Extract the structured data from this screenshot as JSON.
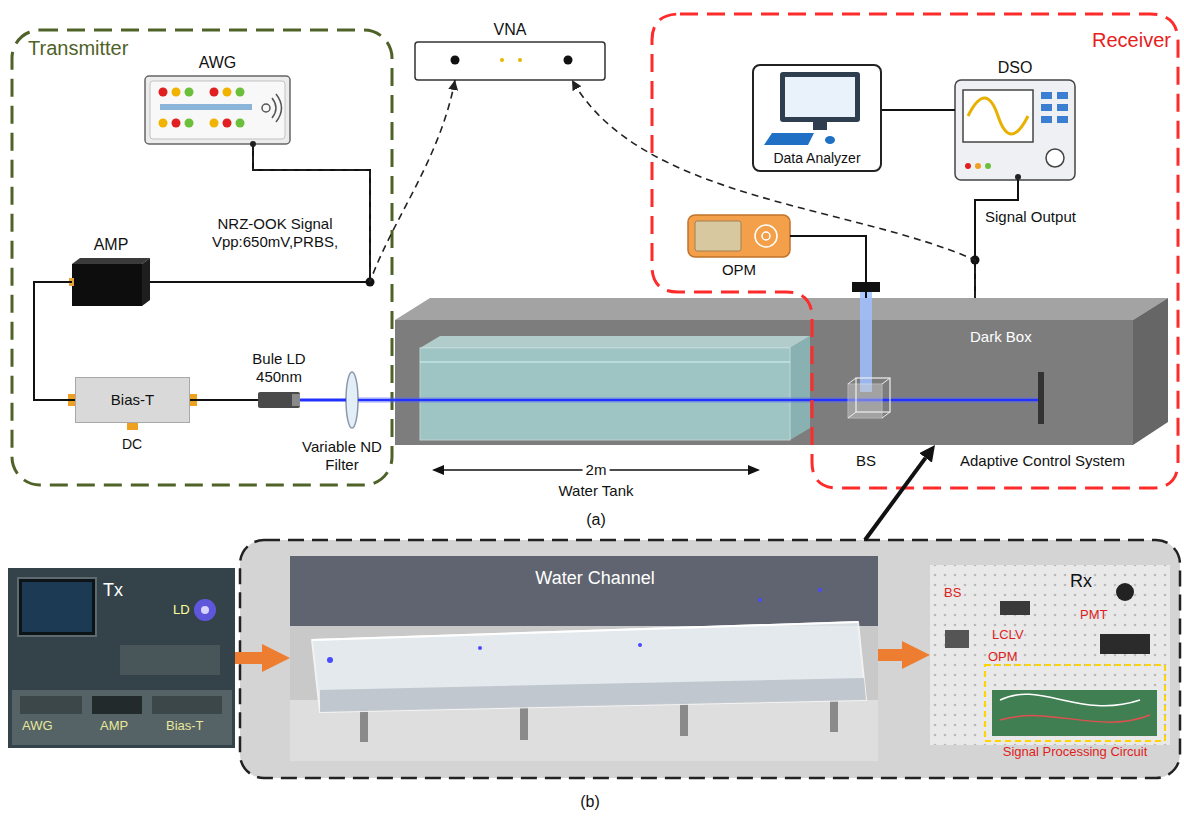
{
  "diagram": {
    "nodes": [
      {
        "text": [
          "Transmitter"
        ]
      },
      {
        "text": [
          "AWG"
        ],
        "in": 0
      },
      {
        "text": [
          "AMP"
        ],
        "in": 0
      },
      {
        "text": [
          "Bias-T"
        ],
        "in": 0
      },
      {
        "text": [
          "Bule LD 450nm"
        ],
        "in": 0
      },
      {
        "text": [
          "Variable ND Filter"
        ],
        "in": 0
      },
      {
        "text": [
          "VNA"
        ]
      },
      {
        "text": [
          "Receiver"
        ]
      },
      {
        "text": [
          "Data Analyzer"
        ],
        "in": 7
      },
      {
        "text": [
          "DSO"
        ],
        "in": 7
      },
      {
        "text": [
          "OPM"
        ],
        "in": 7
      },
      {
        "text": [
          "Dark Box"
        ]
      },
      {
        "text": [
          "Tx",
          "LD",
          "AWG",
          "AMP",
          "Bias-T"
        ]
      },
      {
        "text": [
          "(b)"
        ]
      },
      {
        "text": [
          "Water Channel"
        ],
        "in": 13
      },
      {
        "text": [
          "Rx",
          "BS",
          "LCLV",
          "PMT",
          "OPM"
        ],
        "in": 13
      },
      {
        "text": [
          "Signal Processing Circuit"
        ],
        "in": 15
      }
    ],
    "edges": [
      {
        "from": 1,
        "to": 2,
        "arrow": "none"
      },
      {
        "from": 2,
        "to": 3,
        "arrow": "none"
      },
      {
        "from": 3,
        "to": 4,
        "arrow": "none"
      },
      {
        "from": 4,
        "to": 5,
        "arrow": "none"
      },
      {
        "from": 1,
        "to": 6,
        "arrow": "to"
      },
      {
        "from": 8,
        "to": 9,
        "arrow": "none"
      },
      {
        "from": 9,
        "to": 11,
        "arrow": "none"
      },
      {
        "from": 11,
        "to": 6,
        "arrow": "to"
      },
      {
        "from": 12,
        "to": 14,
        "arrow": "to"
      },
      {
        "from": 14,
        "to": 15,
        "arrow": "to"
      },
      {
        "from": 13,
        "to": 11,
        "arrow": "to"
      },
      {
        "from": 10,
        "to": 11,
        "arrow": "none"
      }
    ],
    "labels": [
      "NRZ-OOK Signal Vpp:650mV,PRBS,",
      "DC",
      "Signal Output",
      "BS",
      "Adaptive Control System",
      "2m",
      "Water Tank",
      "(a)"
    ]
  }
}
